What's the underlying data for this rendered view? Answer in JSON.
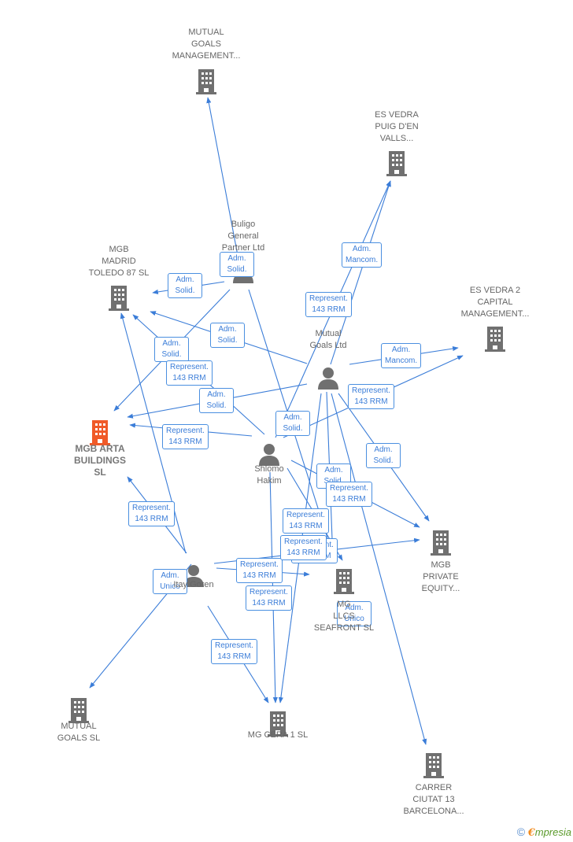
{
  "nodes": [
    {
      "id": "mutual_goals_mgmt",
      "kind": "company",
      "label": "MUTUAL\nGOALS\nMANAGEMENT..."
    },
    {
      "id": "es_vedra_puig",
      "kind": "company",
      "label": "ES VEDRA\nPUIG D'EN\nVALLS..."
    },
    {
      "id": "buligo",
      "kind": "person",
      "label": "Buligo\nGeneral\nPartner Ltd"
    },
    {
      "id": "mgb_madrid",
      "kind": "company",
      "label": "MGB\nMADRID\nTOLEDO 87  SL"
    },
    {
      "id": "es_vedra_2",
      "kind": "company",
      "label": "ES VEDRA 2\nCAPITAL\nMANAGEMENT..."
    },
    {
      "id": "mutual_goals_ltd",
      "kind": "person",
      "label": "Mutual\nGoals Ltd"
    },
    {
      "id": "mgb_arta",
      "kind": "company_main",
      "label": "MGB ARTA\nBUILDINGS\nSL"
    },
    {
      "id": "shlomo",
      "kind": "person",
      "label": "Shlomo\nHakim"
    },
    {
      "id": "mgb_private",
      "kind": "company",
      "label": "MGB\nPRIVATE\nEQUITY..."
    },
    {
      "id": "itay",
      "kind": "person",
      "label": "Itay Goren"
    },
    {
      "id": "mg_llc_seafront",
      "kind": "company",
      "label": "MG\nLLCS\nSEAFRONT  SL"
    },
    {
      "id": "mutual_goals_sl",
      "kind": "company",
      "label": "MUTUAL\nGOALS  SL"
    },
    {
      "id": "mg_cera",
      "kind": "company",
      "label": "MG CERA 1  SL"
    },
    {
      "id": "carrer",
      "kind": "company",
      "label": "CARRER\nCIUTAT 13\nBARCELONA..."
    }
  ],
  "edges": [
    {
      "from": "buligo",
      "to": "mutual_goals_mgmt",
      "label": "Adm.\nSolid."
    },
    {
      "from": "buligo",
      "to": "mgb_madrid",
      "label": "Adm.\nSolid."
    },
    {
      "from": "buligo",
      "to": "mgb_arta",
      "label": "Adm.\nSolid."
    },
    {
      "from": "buligo",
      "to": "mg_llc_seafront",
      "label": "Adm.\nSolid."
    },
    {
      "from": "mutual_goals_ltd",
      "to": "es_vedra_puig",
      "label": "Adm.\nMancom."
    },
    {
      "from": "mutual_goals_ltd",
      "to": "es_vedra_2",
      "label": "Adm.\nMancom."
    },
    {
      "from": "mutual_goals_ltd",
      "to": "mgb_madrid",
      "label": "Adm.\nSolid."
    },
    {
      "from": "mutual_goals_ltd",
      "to": "mgb_arta",
      "label": "Adm.\nSolid."
    },
    {
      "from": "mutual_goals_ltd",
      "to": "mgb_private",
      "label": "Adm.\nSolid."
    },
    {
      "from": "mutual_goals_ltd",
      "to": "mg_llc_seafront",
      "label": "Adm.\nSolid."
    },
    {
      "from": "shlomo",
      "to": "es_vedra_puig",
      "label": "Represent.\n143 RRM"
    },
    {
      "from": "shlomo",
      "to": "mgb_madrid",
      "label": "Represent.\n143 RRM"
    },
    {
      "from": "shlomo",
      "to": "mgb_arta",
      "label": "Represent.\n143 RRM"
    },
    {
      "from": "shlomo",
      "to": "es_vedra_2",
      "label": "Represent.\n143 RRM"
    },
    {
      "from": "shlomo",
      "to": "mgb_private",
      "label": "Represent.\n143 RRM"
    },
    {
      "from": "shlomo",
      "to": "mg_llc_seafront",
      "label": "Represent.\n143 RRM"
    },
    {
      "from": "shlomo",
      "to": "mg_cera",
      "label": "Represent.\n143 RRM"
    },
    {
      "from": "itay",
      "to": "mgb_arta",
      "label": "Represent.\n143 RRM"
    },
    {
      "from": "itay",
      "to": "mgb_madrid",
      "label": "Represent.\n143 RRM"
    },
    {
      "from": "itay",
      "to": "mutual_goals_sl",
      "label": "Adm.\nUnico"
    },
    {
      "from": "itay",
      "to": "mgb_private",
      "label": "Represent.\n143 RRM"
    },
    {
      "from": "itay",
      "to": "mg_llc_seafront",
      "label": "Represent.\n143 RRM"
    },
    {
      "from": "itay",
      "to": "mg_cera",
      "label": "Represent.\n143 RRM"
    },
    {
      "from": "mutual_goals_ltd",
      "to": "mg_cera",
      "label": "Represent.\n143 RRM"
    },
    {
      "from": "mutual_goals_ltd",
      "to": "carrer",
      "label": "Adm.\nUnico"
    }
  ],
  "colors": {
    "edge": "#3b7dd8",
    "icon": "#707070",
    "main_icon": "#f05a28",
    "label": "#666666"
  },
  "footer": {
    "copyright": "©",
    "brand_first": "€",
    "brand_rest": "mpresia"
  }
}
